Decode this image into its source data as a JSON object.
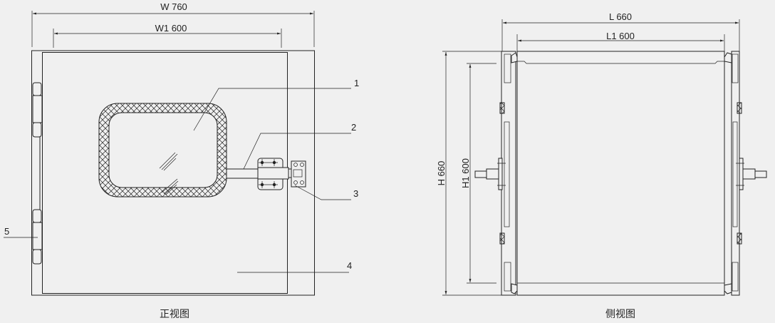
{
  "front_view": {
    "caption": "正视图",
    "dim_width": "W 760",
    "dim_inner_width": "W1 600",
    "labels": [
      "1",
      "2",
      "3",
      "4",
      "5"
    ]
  },
  "side_view": {
    "caption": "侧视图",
    "dim_length": "L 660",
    "dim_inner_length": "L1 600",
    "dim_height": "H 660",
    "dim_inner_height": "H1 600"
  },
  "colors": {
    "line": "#222222",
    "background": "#f0f0f0"
  }
}
